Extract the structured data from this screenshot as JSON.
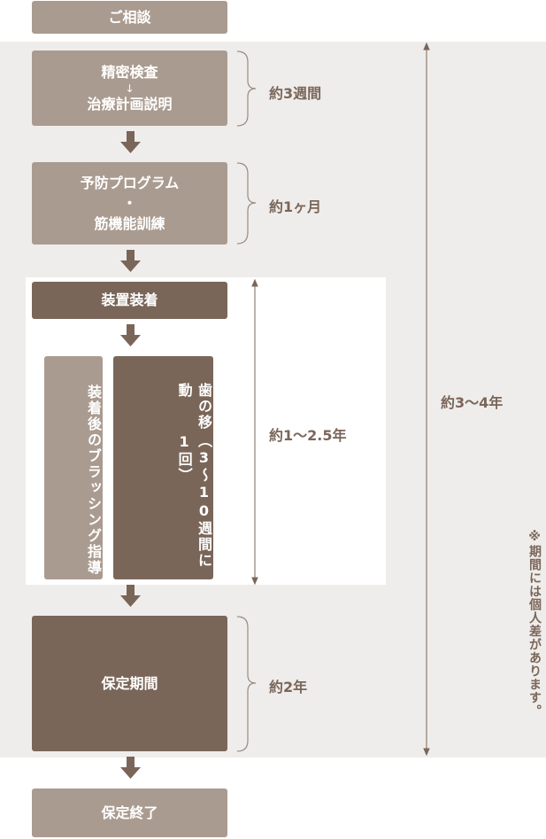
{
  "colors": {
    "light": "#aa9b90",
    "dark": "#7a6659",
    "panel": "#efedeb",
    "text": "#7a6659"
  },
  "steps": {
    "consult": "ご相談",
    "exam_line1": "精密検査",
    "exam_arrow": "↓",
    "exam_line2": "治療計画説明",
    "prevent_line1": "予防プログラム",
    "prevent_line2": "・",
    "prevent_line3": "筋機能訓練",
    "device": "装置装着",
    "brushing": "装着後のブラッシング指導",
    "movement_title": "歯の移動",
    "movement_paren": "（3～10週間に1回）",
    "retention": "保定期間",
    "end": "保定終了"
  },
  "durations": {
    "exam": "約3週間",
    "prevent": "約1ヶ月",
    "movement": "約1〜2.5年",
    "retention": "約2年",
    "total": "約3〜4年"
  },
  "note": "※期間には個人差があります。"
}
